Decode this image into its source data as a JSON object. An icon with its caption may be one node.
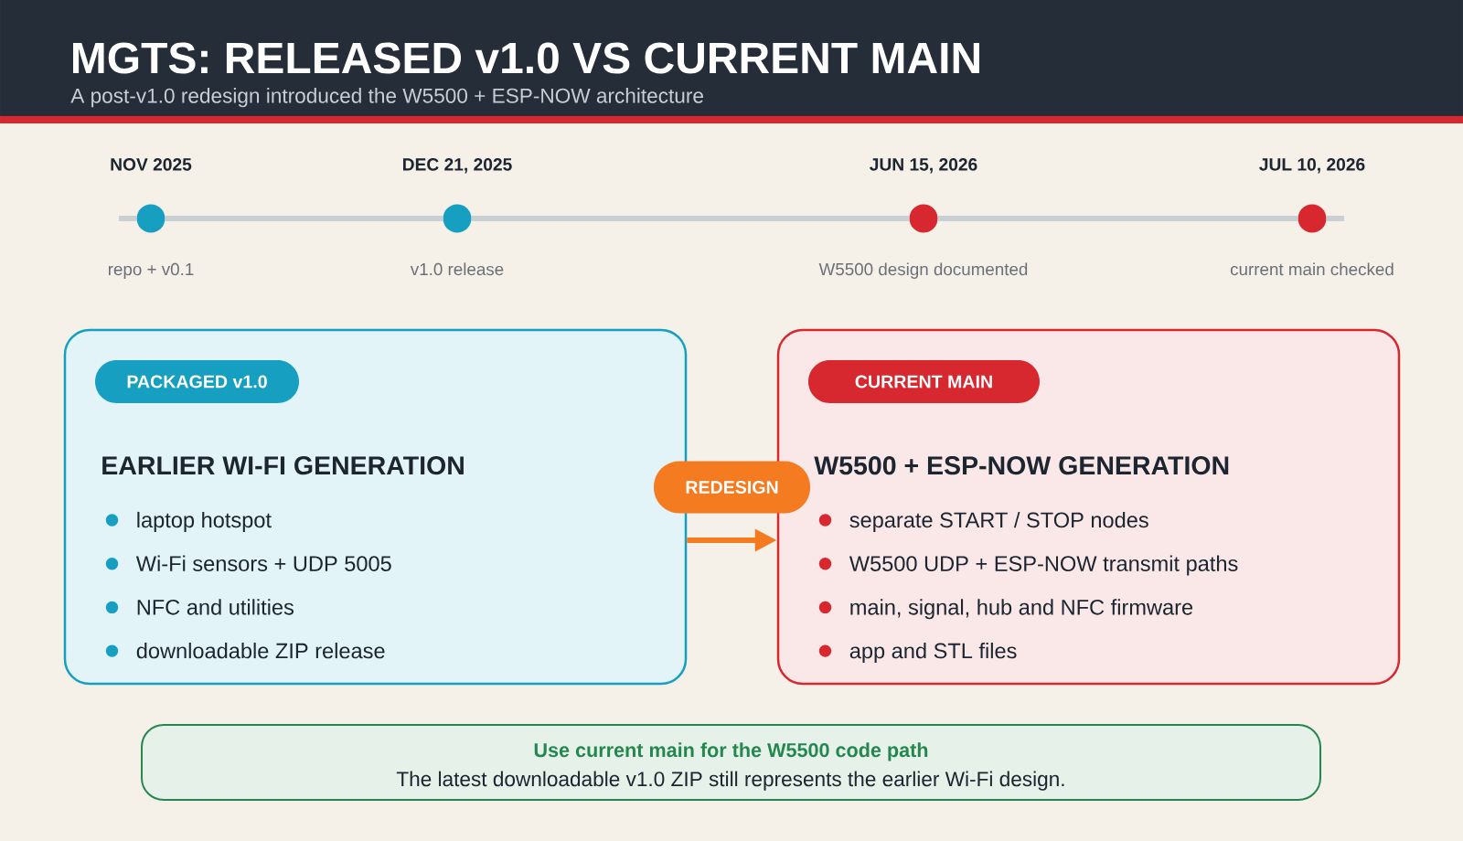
{
  "diagram": {
    "title": "MGTS: RELEASED v1.0 VS CURRENT MAIN",
    "nodes": [
      {
        "text": [],
        "shape": "circle",
        "beside": [
          "NOV 2025",
          "repo + v0.1"
        ]
      },
      {
        "text": [],
        "shape": "circle",
        "beside": [
          "DEC 21, 2025",
          "v1.0 release"
        ]
      },
      {
        "text": [],
        "shape": "circle",
        "beside": [
          "JUN 15, 2026",
          "W5500 design documented"
        ]
      },
      {
        "text": [],
        "shape": "circle",
        "beside": [
          "JUL 10, 2026",
          "current main checked"
        ]
      },
      {
        "text": [
          "EARLIER WI-FI GENERATION",
          "laptop hotspot",
          "Wi-Fi sensors + UDP 5005",
          "NFC and utilities",
          "downloadable ZIP release"
        ]
      },
      {
        "text": [
          "PACKAGED v1.0"
        ],
        "in": 4
      },
      {
        "text": [
          "W5500 + ESP-NOW GENERATION",
          "separate START / STOP nodes",
          "W5500 UDP + ESP-NOW transmit paths",
          "main, signal, hub and NFC firmware",
          "app and STL files"
        ]
      },
      {
        "text": [
          "CURRENT MAIN"
        ],
        "in": 6
      },
      {
        "text": [
          "Use current main for the W5500 code path",
          "The latest downloadable v1.0 ZIP still represents the earlier Wi-Fi design."
        ]
      }
    ],
    "edges": [
      {
        "from": 0,
        "to": 1,
        "arrow": "none"
      },
      {
        "from": 1,
        "to": 2,
        "arrow": "none"
      },
      {
        "from": 2,
        "to": 3,
        "arrow": "none"
      },
      {
        "from": 4,
        "to": 6,
        "arrow": "to",
        "label": "REDESIGN",
        "color": "#f47b20"
      }
    ],
    "labels": [
      "A post-v1.0 redesign introduced the W5500 + ESP-NOW architecture"
    ]
  }
}
